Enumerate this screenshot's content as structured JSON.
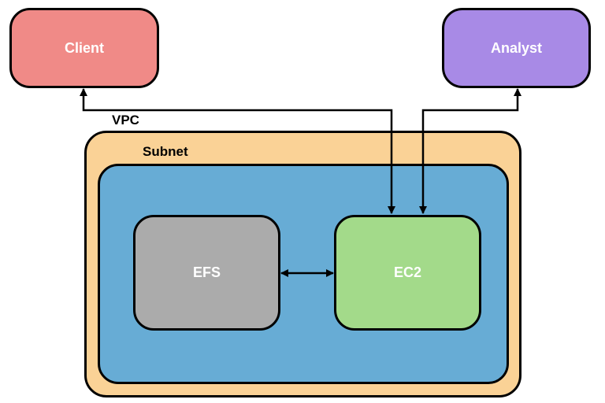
{
  "nodes": {
    "client": {
      "label": "Client",
      "color": "#F08A87"
    },
    "analyst": {
      "label": "Analyst",
      "color": "#A88AE6"
    },
    "efs": {
      "label": "EFS",
      "color": "#ABABAB"
    },
    "ec2": {
      "label": "EC2",
      "color": "#A3DA8A"
    }
  },
  "groups": {
    "vpc": {
      "label": "VPC",
      "color": "#FAD296"
    },
    "subnet": {
      "label": "Subnet",
      "color": "#67ACD5"
    }
  },
  "edges": [
    {
      "from": "ec2",
      "to": "client",
      "arrows": "both"
    },
    {
      "from": "ec2",
      "to": "analyst",
      "arrows": "both"
    },
    {
      "from": "efs",
      "to": "ec2",
      "arrows": "both"
    }
  ]
}
